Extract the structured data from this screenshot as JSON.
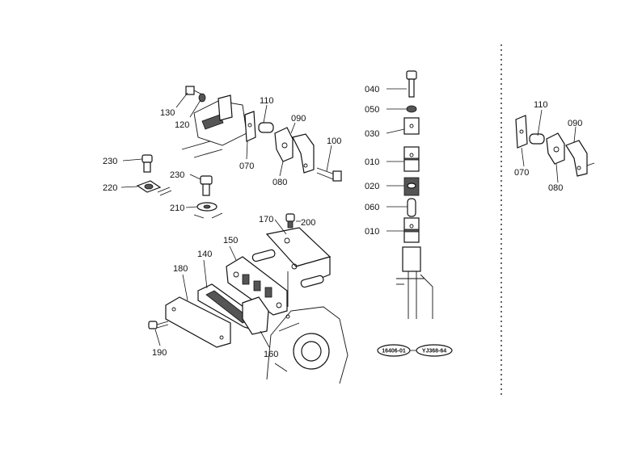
{
  "labels": {
    "p010a": "010",
    "p010b": "010",
    "p020": "020",
    "p030": "030",
    "p040": "040",
    "p050": "050",
    "p060": "060",
    "p070": "070",
    "p080": "080",
    "p090": "090",
    "p100": "100",
    "p110": "110",
    "p120": "120",
    "p130": "130",
    "p140": "140",
    "p150": "150",
    "p160": "160",
    "p170": "170",
    "p180": "180",
    "p190": "190",
    "p200": "200",
    "p210": "210",
    "p220": "220",
    "p230a": "230",
    "p230b": "230",
    "r070": "070",
    "r080": "080",
    "r090": "090",
    "r110": "110"
  },
  "refs": {
    "ref_left": "16406-01",
    "ref_right": "YJ368-64"
  }
}
